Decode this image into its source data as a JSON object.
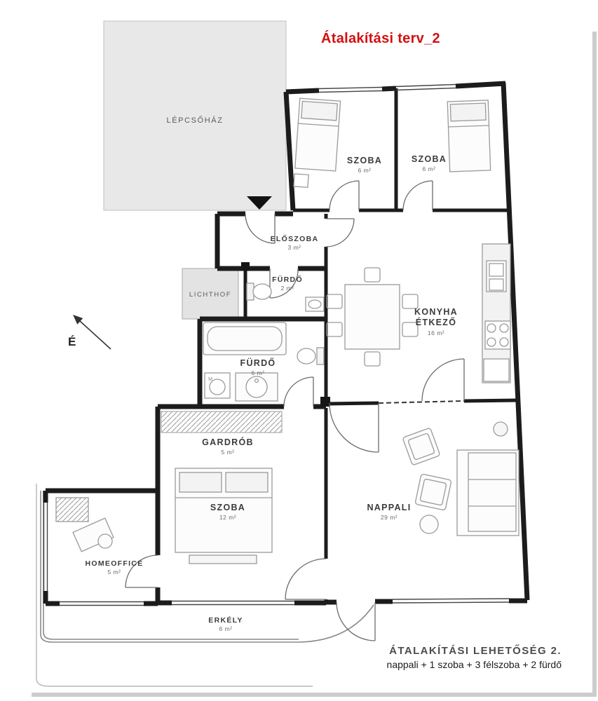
{
  "title": "Átalakítási terv_2",
  "staircase_label": "LÉPCSŐHÁZ",
  "lichthof_label": "LICHTHOF",
  "north_label": "É",
  "rooms": {
    "szoba_top_left": {
      "name": "SZOBA",
      "area": "6 m²"
    },
    "szoba_top_right": {
      "name": "SZOBA",
      "area": "6 m²"
    },
    "eloszoba": {
      "name": "ELŐSZOBA",
      "area": "3 m²"
    },
    "furdo_small": {
      "name": "FÜRDŐ",
      "area": "2 m²"
    },
    "konyha_etkezo": {
      "line1": "KONYHA",
      "line2": "ÉTKEZŐ",
      "area": "16 m²"
    },
    "furdo_large": {
      "name": "FÜRDŐ",
      "area": "6 m²"
    },
    "gardrob": {
      "name": "GARDRÓB",
      "area": "5 m²"
    },
    "szoba_lower": {
      "name": "SZOBA",
      "area": "12 m²"
    },
    "nappali": {
      "name": "NAPPALI",
      "area": "29 m²"
    },
    "homeoffice": {
      "name": "HOMEOFFICE",
      "area": "5 m²"
    },
    "erkely": {
      "name": "ERKÉLY",
      "area": "6 m²"
    }
  },
  "fixtures": {
    "washing_machine": "M"
  },
  "footer": {
    "line1": "ÁTALAKÍTÁSI LEHETŐSÉG 2.",
    "line2": "nappali + 1 szoba + 3 félszoba + 2 fürdő"
  },
  "colors": {
    "title_red": "#d40f0f",
    "wall": "#1c1c1c",
    "staircase_fill": "#e8e8e8",
    "lichthof_fill": "#e3e3e3"
  }
}
